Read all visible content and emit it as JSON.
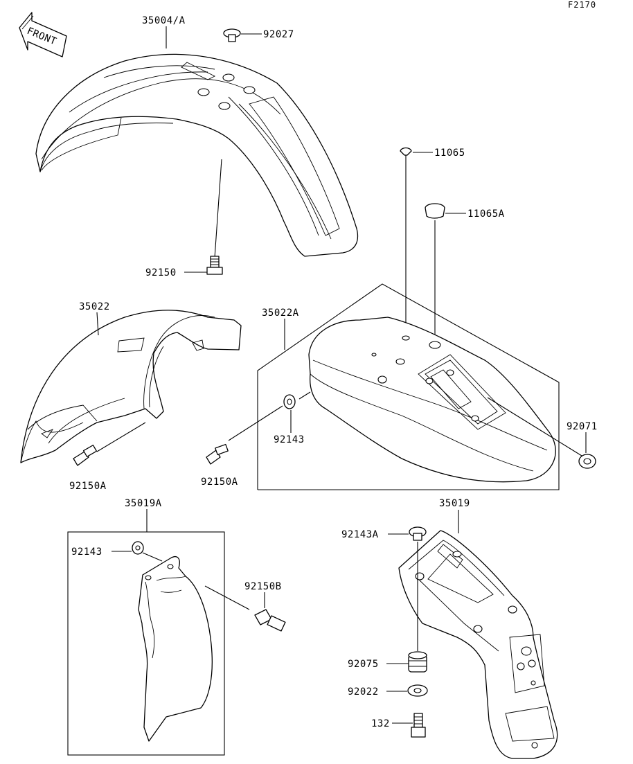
{
  "diagram": {
    "code": "F2170",
    "front_arrow_text": "FRONT",
    "labels": {
      "p35004A": "35004/A",
      "p92027": "92027",
      "p11065": "11065",
      "p11065A": "11065A",
      "p92150": "92150",
      "p35022": "35022",
      "p35022A": "35022A",
      "p92143a": "92143",
      "p92071": "92071",
      "p92150Aa": "92150A",
      "p92150Ab": "92150A",
      "p35019A": "35019A",
      "p35019": "35019",
      "p92143b": "92143",
      "p92143A": "92143A",
      "p92150B": "92150B",
      "p92075": "92075",
      "p92022": "92022",
      "p132": "132"
    }
  }
}
